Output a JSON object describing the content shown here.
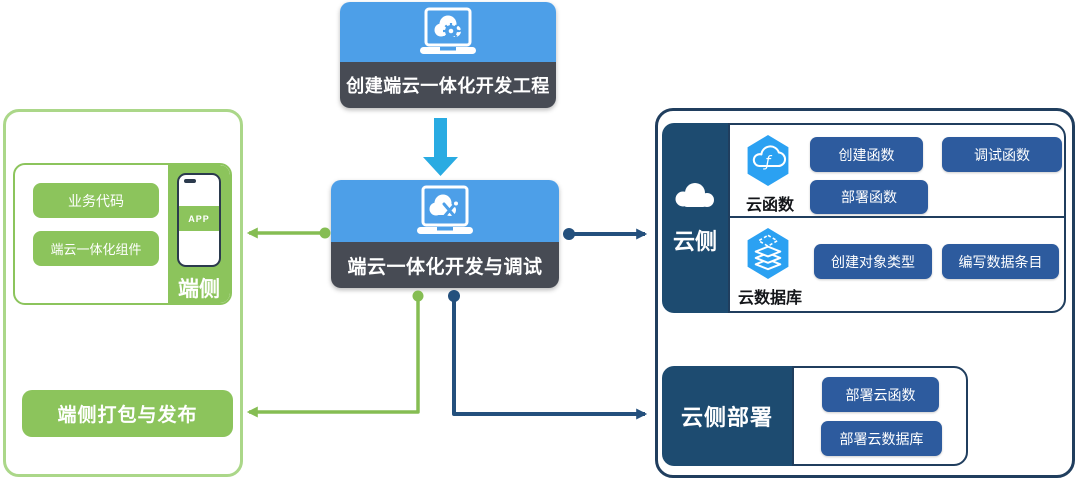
{
  "top_box": {
    "label": "创建端云一体化开发工程",
    "icon": "laptop-cloud-gear-icon"
  },
  "middle_box": {
    "label": "端云一体化开发与调试",
    "icon": "laptop-cloud-tools-icon"
  },
  "device_panel": {
    "group_title": "端侧",
    "phone_badge": "APP",
    "items": [
      {
        "label": "业务代码"
      },
      {
        "label": "端云一体化组件"
      }
    ],
    "publish_button": {
      "label": "端侧打包与发布"
    }
  },
  "cloud_panel": {
    "title": "云侧",
    "sections": [
      {
        "name": "云函数",
        "icon": "cloud-function-hexagon-icon",
        "buttons": [
          {
            "label": "创建函数"
          },
          {
            "label": "调试函数"
          },
          {
            "label": "部署函数"
          }
        ]
      },
      {
        "name": "云数据库",
        "icon": "cloud-database-hexagon-icon",
        "buttons": [
          {
            "label": "创建对象类型"
          },
          {
            "label": "编写数据条目"
          }
        ]
      }
    ]
  },
  "deploy_panel": {
    "title": "云侧部署",
    "buttons": [
      {
        "label": "部署云函数"
      },
      {
        "label": "部署云数据库"
      }
    ]
  },
  "icons": {
    "laptop-cloud-gear-icon": "laptop with cloud and gear",
    "laptop-cloud-tools-icon": "laptop with cloud and crossed tools",
    "down-block-arrow-icon": "thick cyan downward arrow",
    "smartphone-icon": "phone outline with APP band",
    "cloud-icon": "solid white cloud",
    "cloud-function-hexagon-icon": "blue hexagon, cloud with function ƒ",
    "cloud-database-hexagon-icon": "blue hexagon, stacked data layers"
  },
  "colors": {
    "box_blue": "#4D9FE8",
    "title_band": "#474B54",
    "flow_arrow_cyan": "#29ABE2",
    "green": "#8CC45C",
    "green_panel_border": "#ABD789",
    "green_connector": "#85BD53",
    "navy_dark": "#1D4B70",
    "navy_border": "#203E5E",
    "navy_button": "#2D5B9E",
    "navy_connector": "#24507D",
    "hexagon_blue": "#2BA1F2"
  }
}
